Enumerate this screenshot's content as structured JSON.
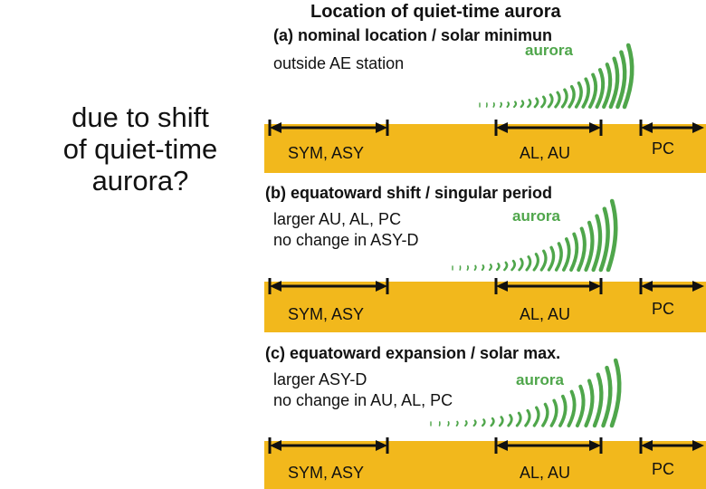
{
  "side_question": [
    "due to shift",
    "of quiet-time",
    "aurora?"
  ],
  "figure": {
    "title": "Location of quiet-time aurora",
    "colors": {
      "band": "#f2b81c",
      "aurora": "#4fa64b",
      "arrow": "#111111",
      "text": "#111111"
    },
    "panels": [
      {
        "subtitle": "(a) nominal location / solar minimun",
        "notes": [
          "outside AE station"
        ],
        "aurora_label": "aurora",
        "bands": [
          "SYM, ASY",
          "AL, AU",
          "PC"
        ]
      },
      {
        "subtitle": "(b) equatoward shift / singular period",
        "notes": [
          "larger AU, AL, PC",
          "no change in ASY-D"
        ],
        "aurora_label": "aurora",
        "bands": [
          "SYM, ASY",
          "AL, AU",
          "PC"
        ]
      },
      {
        "subtitle": "(c) equatoward expansion / solar max.",
        "notes": [
          "larger ASY-D",
          "no change in AU, AL, PC"
        ],
        "aurora_label": "aurora",
        "bands": [
          "SYM, ASY",
          "AL, AU",
          "PC"
        ]
      }
    ]
  }
}
